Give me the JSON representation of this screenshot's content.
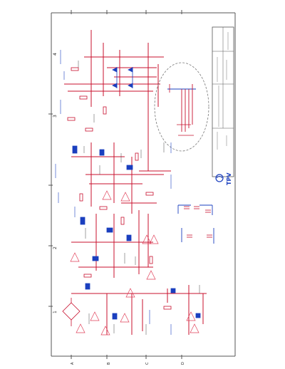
{
  "title_block": {
    "logo_text": "TPV",
    "company_lines": [
      "",
      ""
    ],
    "model_lines": [
      "",
      ""
    ]
  },
  "zone_labels": {
    "left": [
      "4",
      "3",
      "2",
      "1"
    ],
    "bottom": [
      "A",
      "B",
      "C",
      "D"
    ]
  },
  "colors": {
    "wire": "#c8102e",
    "wire_light": "#e0405a",
    "blue_component": "#1a3fbf",
    "text": "#333333",
    "border": "#555555",
    "callout": "#777777"
  }
}
